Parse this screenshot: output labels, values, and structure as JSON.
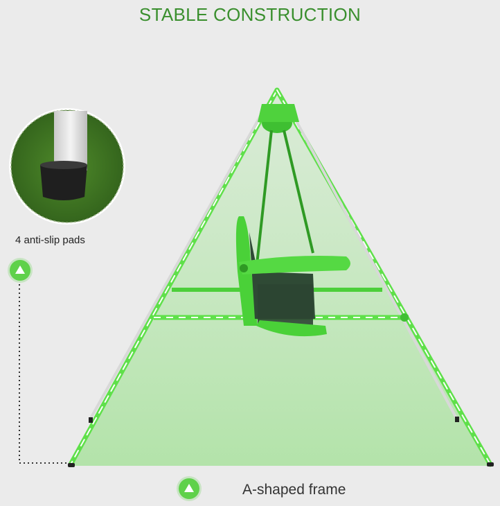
{
  "title": "STABLE CONSTRUCTION",
  "callouts": {
    "pads_label": "4 anti-slip pads",
    "frame_label": "A-shaped frame"
  },
  "icons": {
    "badge": "triangle-badge-icon"
  },
  "colors": {
    "accent_green": "#3a8f2e",
    "highlight_green": "#5fd14a",
    "background": "#ebebeb"
  }
}
